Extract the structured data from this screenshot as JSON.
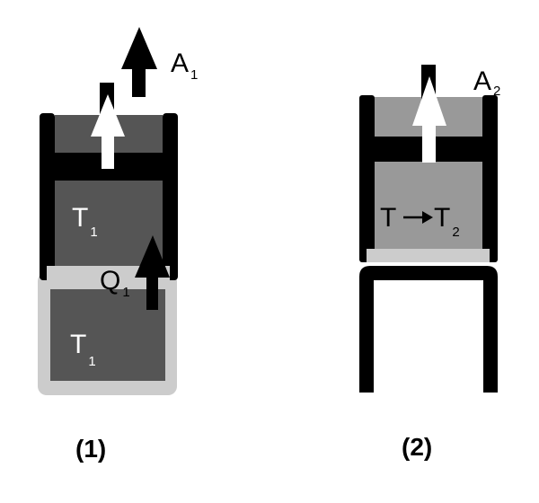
{
  "colors": {
    "wall": "#000000",
    "dark_gas": "#555555",
    "light_gas": "#999999",
    "reservoir_border": "#cccccc",
    "heat_plate": "#cccccc",
    "arrow_white": "#ffffff",
    "arrow_black": "#000000",
    "text_dark": "#000000",
    "text_light": "#ffffff"
  },
  "panel1": {
    "caption": "(1)",
    "work": {
      "symbol": "A",
      "sub": "1"
    },
    "gas": {
      "symbol": "T",
      "sub": "1"
    },
    "heat": {
      "symbol": "Q",
      "sub": "1"
    },
    "reservoir": {
      "symbol": "T",
      "sub": "1"
    }
  },
  "panel2": {
    "caption": "(2)",
    "work": {
      "symbol": "A",
      "sub": "2"
    },
    "gas": {
      "from": "T",
      "symbol": "T",
      "sub": "2"
    }
  }
}
